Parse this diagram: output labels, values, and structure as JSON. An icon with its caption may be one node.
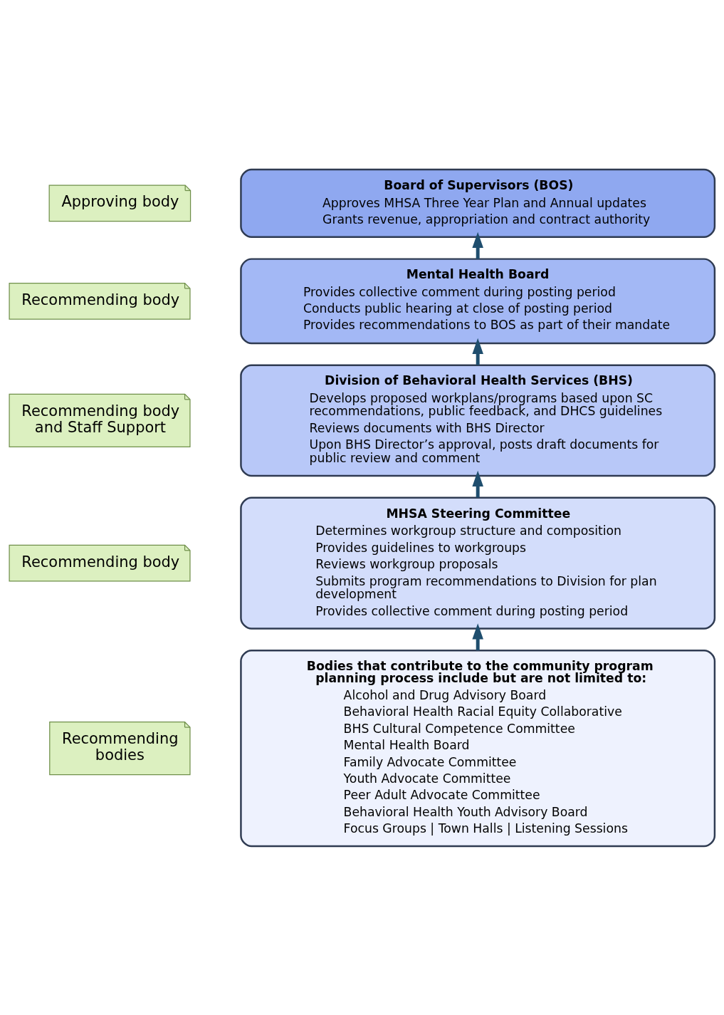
{
  "diagram": {
    "nodes": [
      {
        "text": [
          "Approving body"
        ]
      },
      {
        "text": [
          "Board of Supervisors (BOS)",
          "Approves MHSA Three Year Plan and Annual updates",
          "Grants revenue, appropriation and contract authority"
        ]
      },
      {
        "text": [
          "Recommending body"
        ]
      },
      {
        "text": [
          "Mental Health Board",
          "Provides collective comment during posting period",
          "Conducts public hearing at close of posting period",
          "Provides recommendations to BOS as part of their mandate"
        ]
      },
      {
        "text": [
          "Recommending body and Staff Support"
        ]
      },
      {
        "text": [
          "Division of Behavioral Health Services (BHS)",
          "Develops proposed workplans/programs based upon SC recommendations, public feedback, and DHCS guidelines",
          "Reviews documents with BHS Director",
          "Upon BHS Director’s approval, posts draft documents for public review and comment"
        ]
      },
      {
        "text": [
          "Recommending body"
        ]
      },
      {
        "text": [
          "MHSA Steering Committee",
          "Determines workgroup structure and composition",
          "Provides guidelines to workgroups",
          "Reviews workgroup proposals",
          "Submits program recommendations to Division for plan development",
          "Provides collective comment during posting period"
        ]
      },
      {
        "text": [
          "Recommending bodies"
        ]
      },
      {
        "text": [
          "Bodies that contribute to the community program planning process include but are not limited to:",
          "Alcohol and Drug Advisory Board",
          "Behavioral Health Racial Equity Collaborative",
          "BHS Cultural Competence Committee",
          "Mental Health Board",
          "Family Advocate Committee",
          "Youth Advocate Committee",
          "Peer Adult Advocate Committee",
          "Behavioral Health Youth Advisory Board",
          "Focus Groups | Town Halls | Listening Sessions"
        ]
      }
    ],
    "edges": [
      {
        "from": 3,
        "to": 1,
        "arrow": "to"
      },
      {
        "from": 5,
        "to": 3,
        "arrow": "to"
      },
      {
        "from": 7,
        "to": 5,
        "arrow": "to"
      },
      {
        "from": 9,
        "to": 7,
        "arrow": "to"
      }
    ]
  }
}
